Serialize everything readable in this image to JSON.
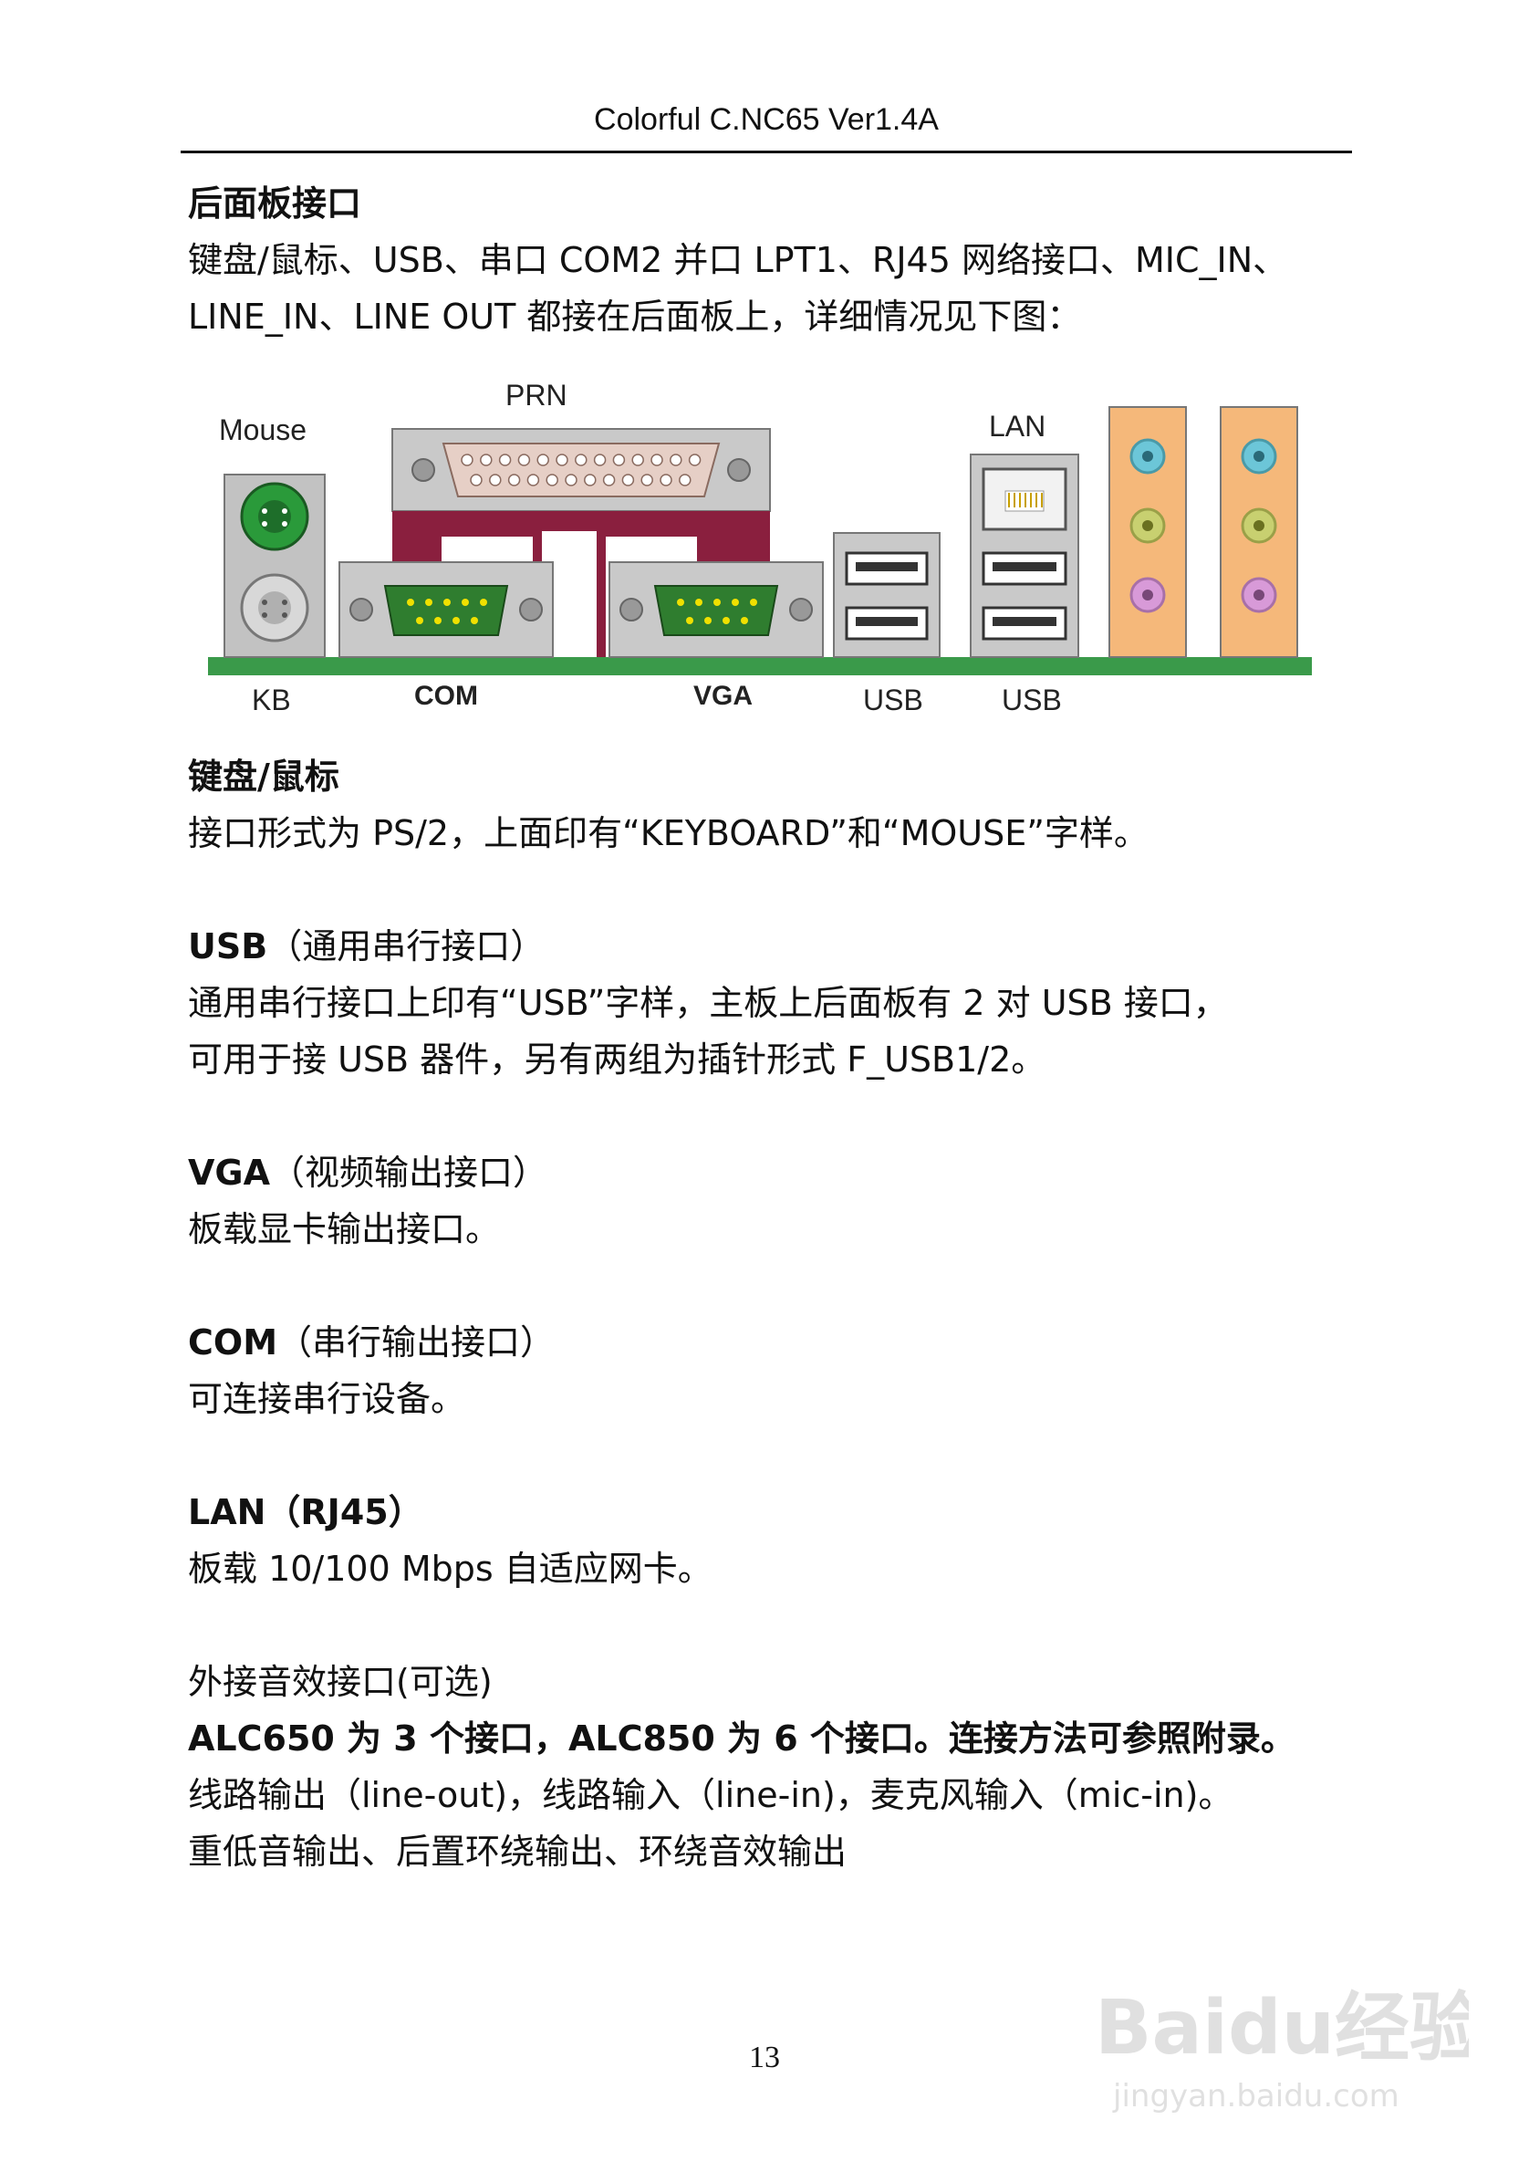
{
  "header": {
    "title": "Colorful C.NC65 Ver1.4A"
  },
  "sections": [
    {
      "heading": "后面板接口",
      "heading_suffix": "",
      "lines": [
        "键盘/鼠标、USB、串口 COM2 并口 LPT1、RJ45 网络接口、MIC_IN、",
        "LINE_IN、LINE OUT 都接在后面板上，详细情况见下图："
      ]
    },
    {
      "heading": "键盘/鼠标",
      "heading_suffix": "",
      "lines": [
        "接口形式为 PS/2，上面印有“KEYBOARD”和“MOUSE”字样。"
      ]
    },
    {
      "heading": "USB",
      "heading_suffix": "（通用串行接口）",
      "lines": [
        "通用串行接口上印有“USB”字样，主板上后面板有 2 对 USB 接口，",
        "可用于接 USB 器件，另有两组为插针形式 F_USB1/2。"
      ]
    },
    {
      "heading": "VGA",
      "heading_suffix": "（视频输出接口）",
      "lines": [
        "板载显卡输出接口。"
      ]
    },
    {
      "heading": "COM",
      "heading_suffix": "（串行输出接口）",
      "lines": [
        "可连接串行设备。"
      ]
    },
    {
      "heading": "LAN（RJ45）",
      "heading_suffix": "",
      "lines": [
        "板载 10/100  Mbps 自适应网卡。"
      ]
    },
    {
      "heading": "外接音效接口(可选)",
      "heading_suffix": "",
      "bold_line": "ALC650 为 3 个接口，ALC850 为 6 个接口。连接方法可参照附录。",
      "lines": [
        "线路输出（line-out)，线路输入（line-in)，麦克风输入（mic-in)。",
        "重低音输出、后置环绕输出、环绕音效输出"
      ]
    }
  ],
  "diagram": {
    "labels": {
      "mouse": "Mouse",
      "prn": "PRN",
      "lan": "LAN",
      "kb": "KB",
      "com": "COM",
      "vga": "VGA",
      "usb1": "USB",
      "usb2": "USB"
    },
    "colors": {
      "board": "#3a9a4a",
      "bracket": "#b5b5b5",
      "ps2_mouse": "#2a9a3a",
      "ps2_kb": "#d8d8d8",
      "prn_body": "#e6cfc6",
      "frame": "#8a1f3e",
      "serial": "#2f7d2f",
      "audio_panel": "#f5b87a",
      "jack_blue": "#6cc6d8",
      "jack_green": "#c8d070",
      "jack_pink": "#d89ad8"
    }
  },
  "page_number": "13",
  "watermark": {
    "brand": "Baidu经验",
    "url": "jingyan.baidu.com"
  }
}
